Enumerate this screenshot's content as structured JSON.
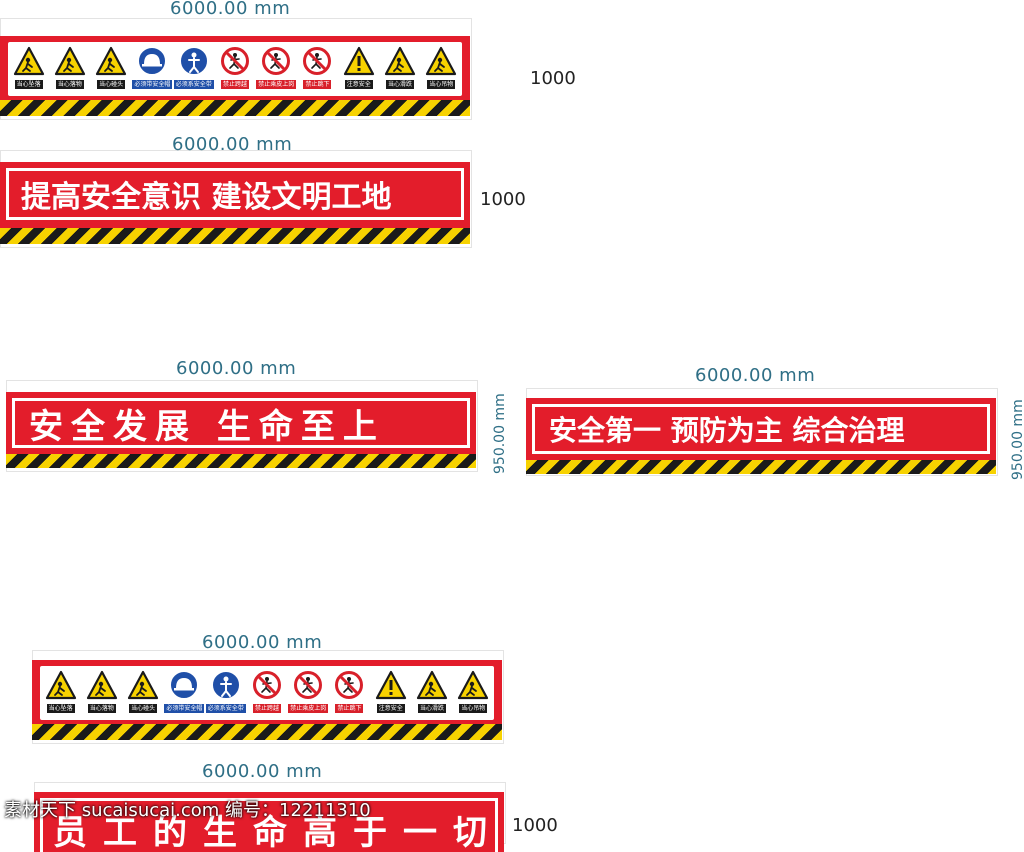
{
  "dimensions": {
    "width_label": "6000.00 mm",
    "height_1000": "1000",
    "height_950": "950.00 mm"
  },
  "banner_slogans": {
    "b2": "提高安全意识 建设文明工地",
    "b3": "安全发展  生命至上",
    "b4": "安全第一 预防为主 综合治理",
    "b6": "员工的生命高于一切"
  },
  "signs": [
    {
      "caption": "当心坠落",
      "type": "warning",
      "icon": "fall-icon"
    },
    {
      "caption": "当心落物",
      "type": "warning",
      "icon": "falling-object-icon"
    },
    {
      "caption": "当心碰头",
      "type": "warning",
      "icon": "head-bump-icon"
    },
    {
      "caption": "必须带安全帽",
      "type": "mandatory",
      "icon": "helmet-icon"
    },
    {
      "caption": "必须系安全带",
      "type": "mandatory",
      "icon": "harness-icon"
    },
    {
      "caption": "禁止跨越",
      "type": "prohibition",
      "icon": "no-crossing-icon"
    },
    {
      "caption": "禁止乘皮上岗",
      "type": "prohibition",
      "icon": "no-riding-icon"
    },
    {
      "caption": "禁止跳下",
      "type": "prohibition",
      "icon": "no-jumping-icon"
    },
    {
      "caption": "注意安全",
      "type": "warning",
      "icon": "caution-icon"
    },
    {
      "caption": "当心滑跌",
      "type": "warning",
      "icon": "slip-icon"
    },
    {
      "caption": "当心吊物",
      "type": "warning",
      "icon": "hanging-load-icon"
    }
  ],
  "watermark": {
    "text": "素材天下 sucaisucai.com   编号：12211310"
  },
  "colors": {
    "banner_red": "#e31d2b",
    "stripe_yellow": "#f7d200",
    "stripe_black": "#1a1a1a",
    "dimension_text": "#2f6f86"
  }
}
